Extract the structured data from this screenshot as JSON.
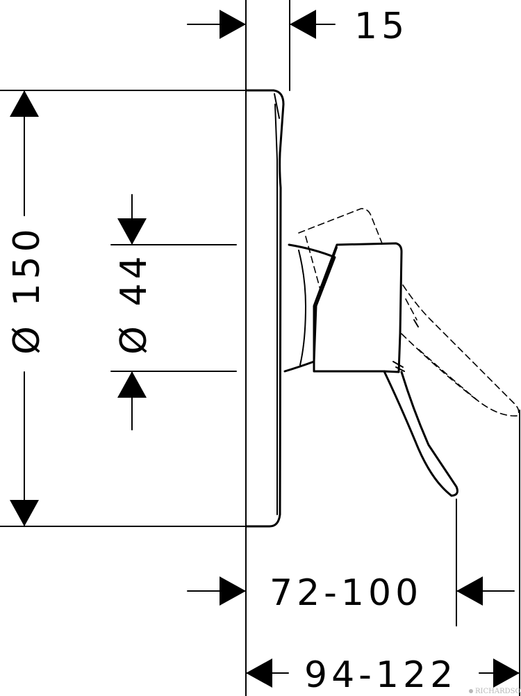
{
  "dimensions": {
    "top_depth": "15",
    "outer_diameter": "Ø 150",
    "inner_diameter": "Ø 44",
    "projection_range": "72-100",
    "total_depth_range": "94-122"
  },
  "watermark": "RICHARDSON",
  "colors": {
    "line": "#000000",
    "background": "#ffffff",
    "watermark": "#b8b8b8"
  }
}
